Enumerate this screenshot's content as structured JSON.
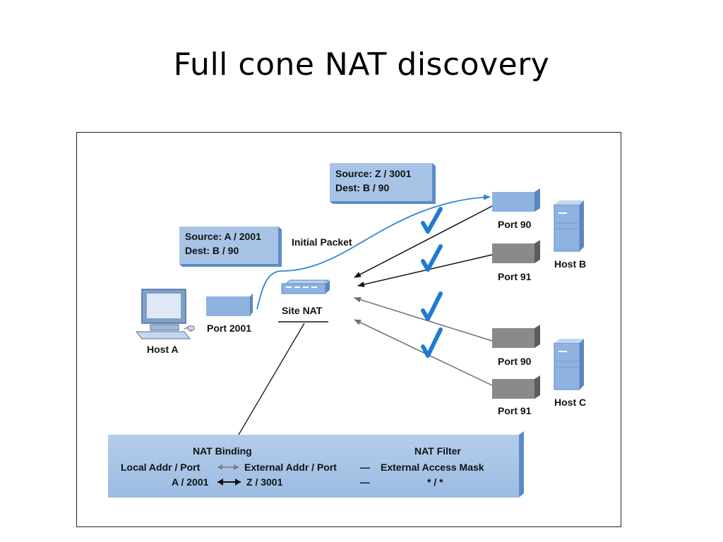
{
  "title": "Full cone NAT discovery",
  "packet_boxes": {
    "initial": {
      "source": "Source: A / 2001",
      "dest": "Dest: B / 90"
    },
    "translated": {
      "source": "Source: Z / 3001",
      "dest": "Dest: B / 90"
    }
  },
  "labels": {
    "initial_packet": "Initial Packet",
    "site_nat": "Site NAT",
    "host_a": "Host A",
    "host_a_port": "Port 2001",
    "host_b": "Host B",
    "host_c": "Host C",
    "b_port1": "Port 90",
    "b_port2": "Port 91",
    "c_port1": "Port 90",
    "c_port2": "Port 91"
  },
  "nat_table": {
    "binding_header": "NAT Binding",
    "filter_header": "NAT Filter",
    "local_col": "Local Addr / Port",
    "external_col": "External Addr / Port",
    "dash1": "—",
    "mask_col": "External Access Mask",
    "local_val": "A / 2001",
    "external_val": "Z / 3001",
    "dash2": "—",
    "mask_val": "* / *"
  },
  "colors": {
    "box_fill": "#a7c4e6",
    "box_edge": "#5b8cc7",
    "port_blue": "#8fb3e0",
    "port_gray": "#8a8a8a",
    "check": "#1f7bd1",
    "initial_line": "#2f86d0"
  }
}
